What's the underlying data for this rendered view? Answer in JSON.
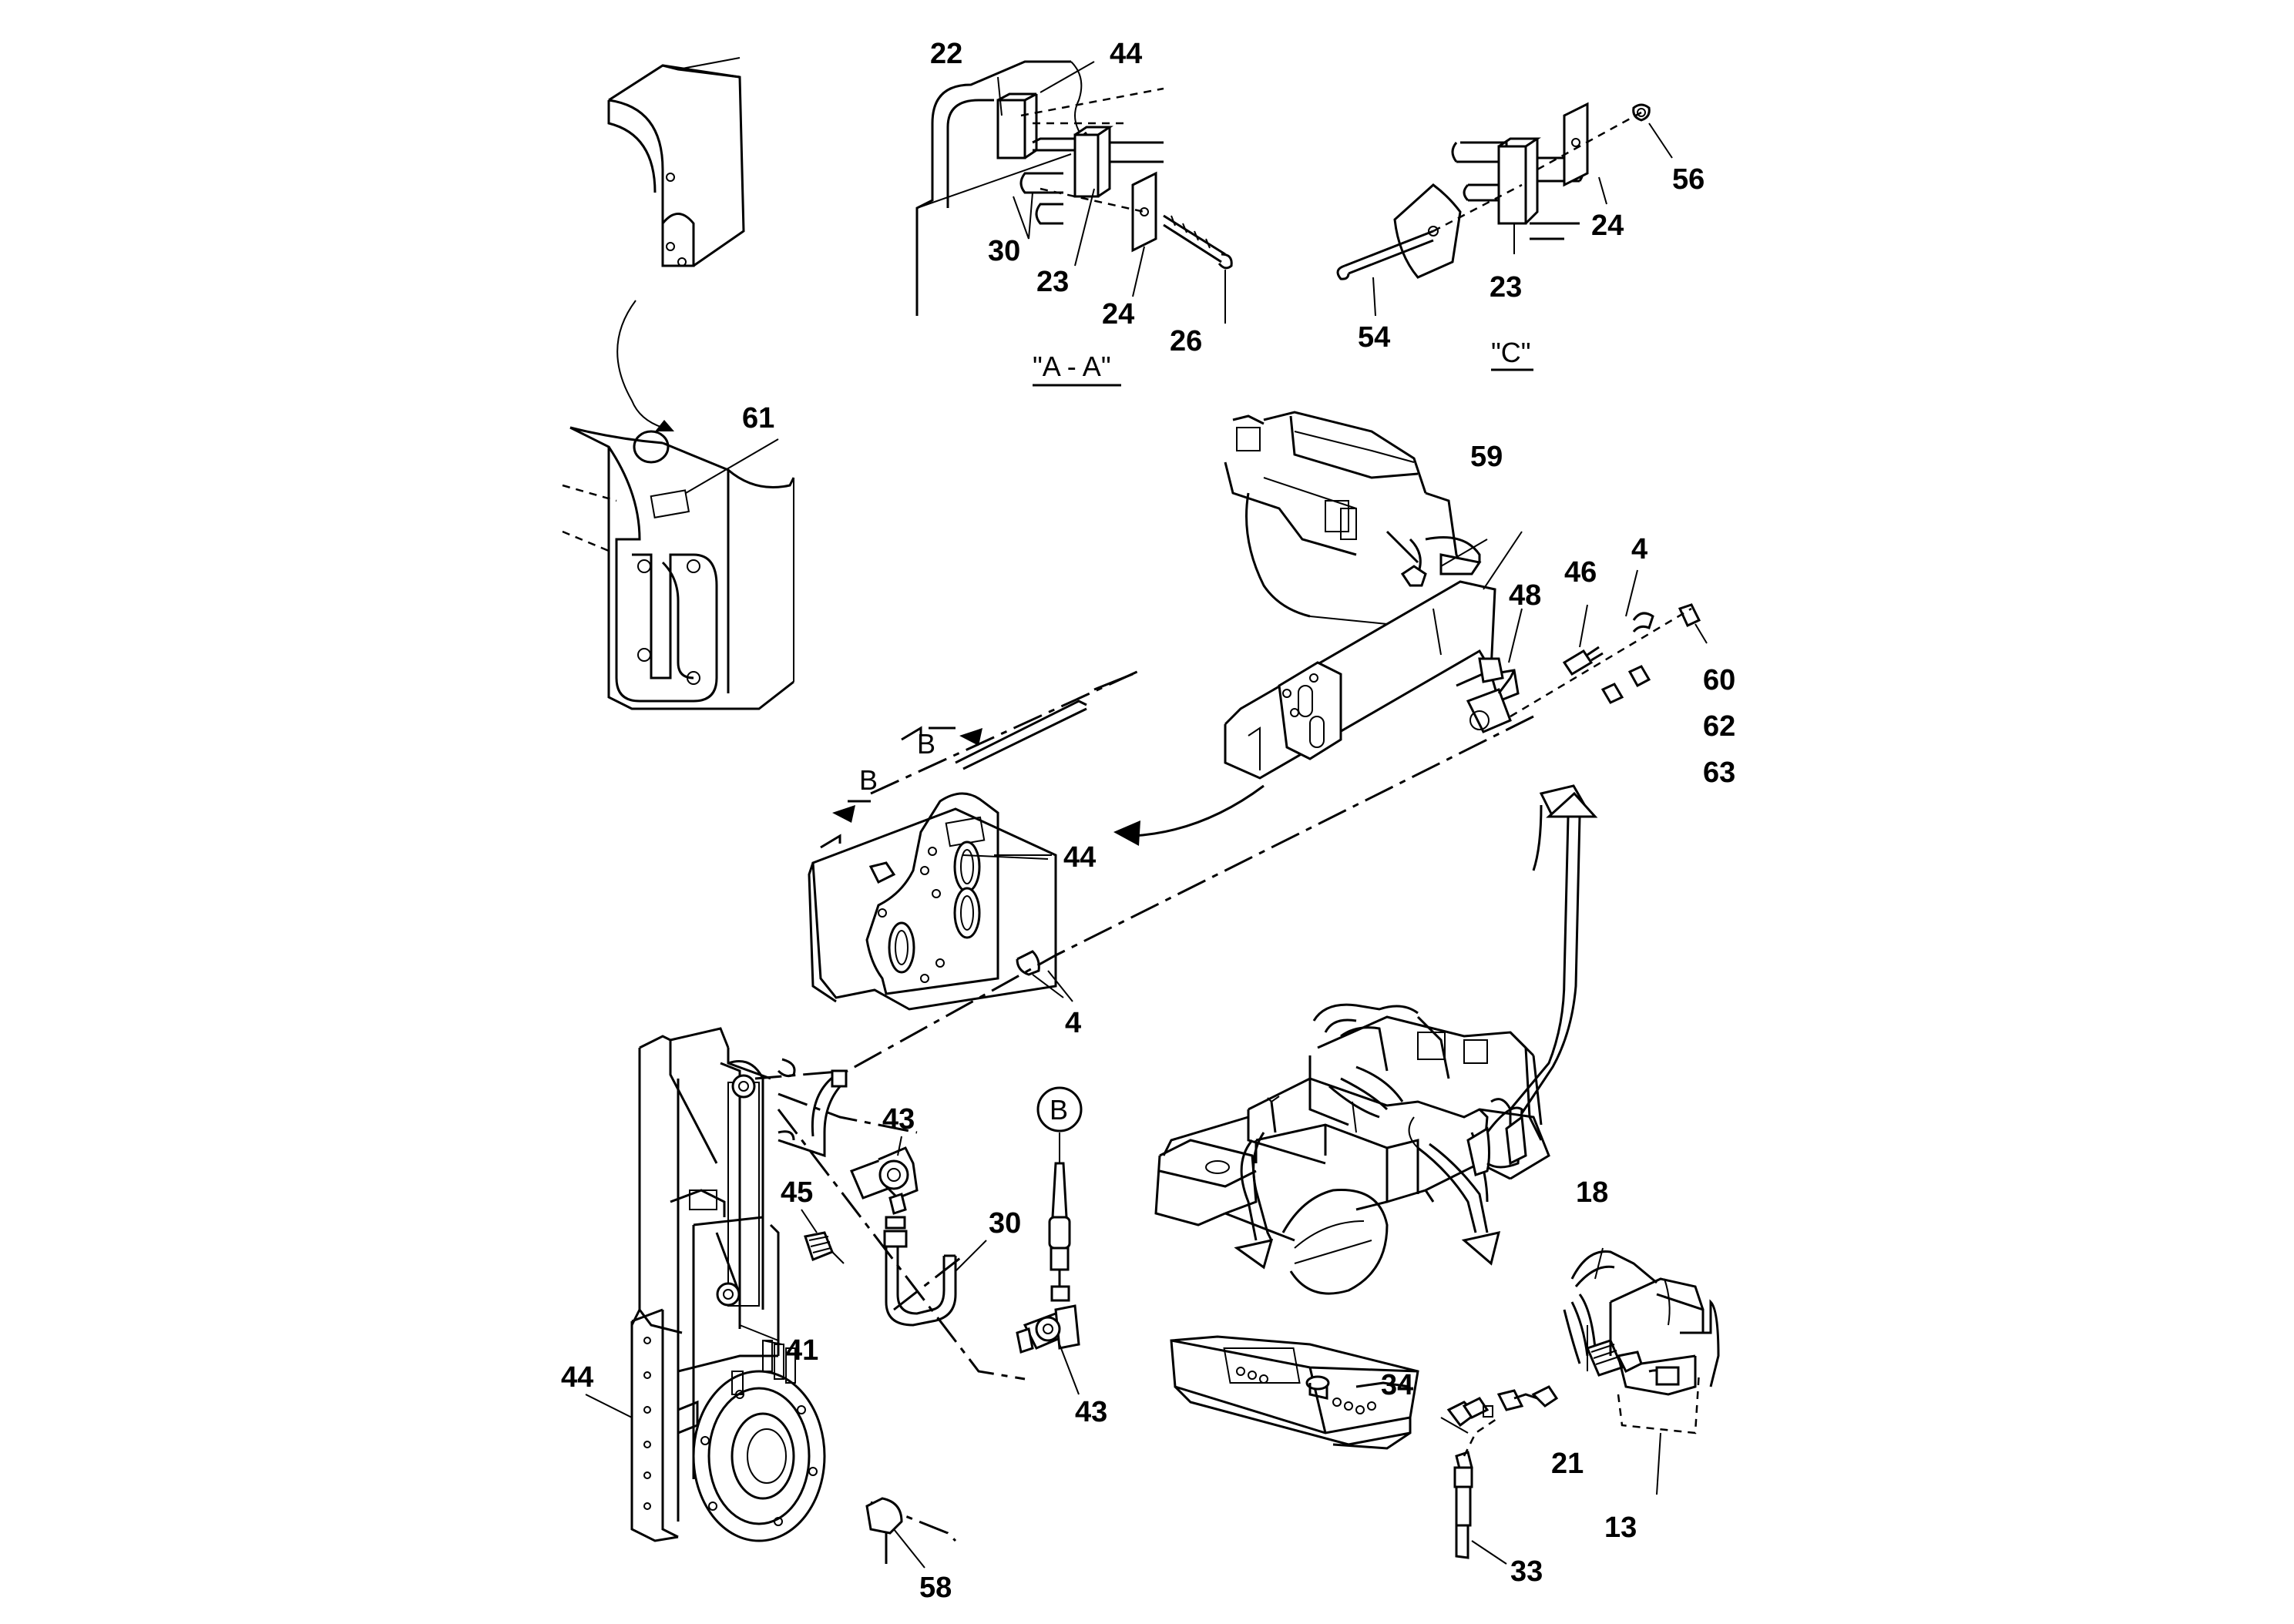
{
  "diagram": {
    "views": {
      "section_aa": "\"A - A\"",
      "view_c": "\"C\""
    },
    "section_markers": {
      "b_left": "B",
      "b_right": "B",
      "b_circle": "B"
    },
    "labels": {
      "p22": "22",
      "p44_top": "44",
      "p30_top": "30",
      "p23_top": "23",
      "p24_top": "24",
      "p26": "26",
      "p56": "56",
      "p24_c": "24",
      "p23_c": "23",
      "p54": "54",
      "p61": "61",
      "p59": "59",
      "p48": "48",
      "p46": "46",
      "p4_top": "4",
      "p60": "60",
      "p62": "62",
      "p63": "63",
      "p44_mid": "44",
      "p4_mid": "4",
      "p43_top": "43",
      "p45": "45",
      "p30_mid": "30",
      "p41": "41",
      "p43_bot": "43",
      "p44_bot": "44",
      "p58": "58",
      "p18": "18",
      "p34": "34",
      "p21": "21",
      "p13": "13",
      "p33": "33"
    }
  }
}
